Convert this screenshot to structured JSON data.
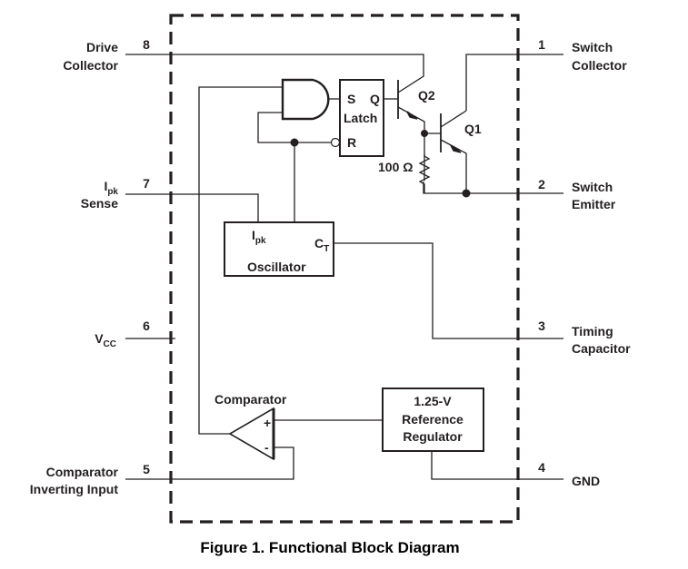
{
  "figure": {
    "caption": "Figure 1. Functional Block Diagram"
  },
  "pins": [
    {
      "number": "8",
      "label_lines": [
        "Drive",
        "Collector"
      ],
      "side": "left"
    },
    {
      "number": "7",
      "label_main": "I",
      "label_sub": "pk",
      "label_line2": "Sense",
      "side": "left"
    },
    {
      "number": "6",
      "label_main": "V",
      "label_sub": "CC",
      "side": "left"
    },
    {
      "number": "5",
      "label_lines": [
        "Comparator",
        "Inverting Input"
      ],
      "side": "left"
    },
    {
      "number": "1",
      "label_lines": [
        "Switch",
        "Collector"
      ],
      "side": "right"
    },
    {
      "number": "2",
      "label_lines": [
        "Switch",
        "Emitter"
      ],
      "side": "right"
    },
    {
      "number": "3",
      "label_lines": [
        "Timing",
        "Capacitor"
      ],
      "side": "right"
    },
    {
      "number": "4",
      "label_lines": [
        "GND"
      ],
      "side": "right"
    }
  ],
  "blocks": {
    "latch": {
      "s": "S",
      "q": "Q",
      "title": "Latch",
      "r": "R"
    },
    "oscillator": {
      "ipk_main": "I",
      "ipk_sub": "pk",
      "ct_main": "C",
      "ct_sub": "T",
      "title": "Oscillator"
    },
    "comparator": {
      "title": "Comparator",
      "plus": "+",
      "minus": "-"
    },
    "reference": {
      "lines": [
        "1.25-V",
        "Reference",
        "Regulator"
      ]
    }
  },
  "components": {
    "q2": "Q2",
    "q1": "Q1",
    "resistor": "100 Ω"
  }
}
